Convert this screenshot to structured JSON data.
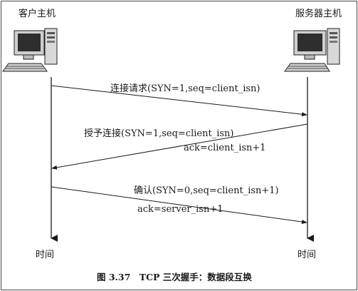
{
  "hosts": {
    "client": "客户主机",
    "server": "服务器主机"
  },
  "messages": [
    {
      "label": "连接请求(SYN=1,seq=client_isn)"
    },
    {
      "label": "授予连接(SYN=1,seq=client_isn)",
      "ack": "ack=client_isn+1"
    },
    {
      "label": "确认(SYN=0,seq=client_isn+1)",
      "ack": "ack=server_isn+1"
    }
  ],
  "axis_label": "时间",
  "caption": "图 3.37　TCP 三次握手：数据段互换",
  "colors": {
    "ink": "#1a1a1a",
    "frame": "#4a4a4a"
  }
}
